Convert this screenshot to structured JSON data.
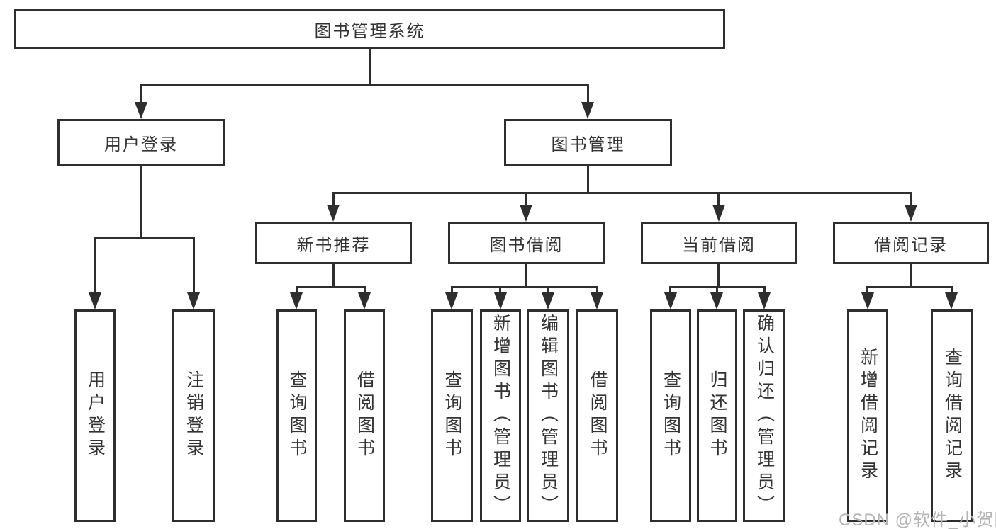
{
  "diagram": {
    "root": "图书管理系统",
    "level2": [
      "用户登录",
      "图书管理"
    ],
    "level3": [
      "新书推荐",
      "图书借阅",
      "当前借阅",
      "借阅记录"
    ],
    "leaves": {
      "user_login": [
        "用户登录",
        "注销登录"
      ],
      "new_books": [
        "查询图书",
        "借阅图书"
      ],
      "book_borrow": [
        "查询图书",
        "新增图书（管理员）",
        "编辑图书（管理员）",
        "借阅图书"
      ],
      "current_borrow": [
        "查询图书",
        "归还图书",
        "确认归还（管理员）"
      ],
      "borrow_records": [
        "新增借阅记录",
        "查询借阅记录"
      ]
    },
    "watermark": "CSDN @软件_小贺同学",
    "colors": {
      "line": "#2e2e2e",
      "text": "#333333",
      "watermark": "#b4b4b4",
      "background": "#ffffff"
    }
  }
}
